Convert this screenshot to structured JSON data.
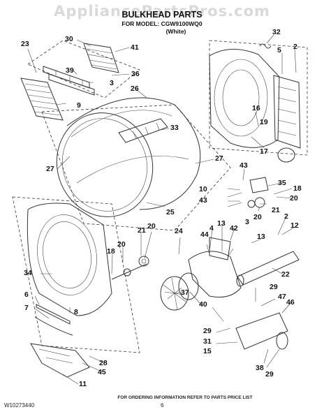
{
  "watermark": "AppliancePartsPros.com",
  "header": {
    "title": "BULKHEAD PARTS",
    "model_line": "FOR MODEL: CGW9100WQ0",
    "color_line": "(White)"
  },
  "footer": {
    "note": "FOR ORDERING INFORMATION REFER TO PARTS PRICE LIST",
    "doc_number": "W10273440",
    "page_number": "6"
  },
  "callouts": [
    "30",
    "41",
    "23",
    "39",
    "36",
    "3",
    "26",
    "9",
    "33",
    "27",
    "27",
    "25",
    "32",
    "5",
    "2",
    "16",
    "19",
    "17",
    "43",
    "35",
    "10",
    "18",
    "43",
    "20",
    "21",
    "20",
    "2",
    "12",
    "13",
    "3",
    "4",
    "42",
    "13",
    "44",
    "21",
    "20",
    "24",
    "20",
    "18",
    "34",
    "22",
    "6",
    "8",
    "7",
    "37",
    "40",
    "29",
    "47",
    "46",
    "29",
    "31",
    "15",
    "28",
    "45",
    "11",
    "38",
    "29"
  ],
  "colors": {
    "ink": "#111111",
    "watermark": "#d9d9d9"
  }
}
